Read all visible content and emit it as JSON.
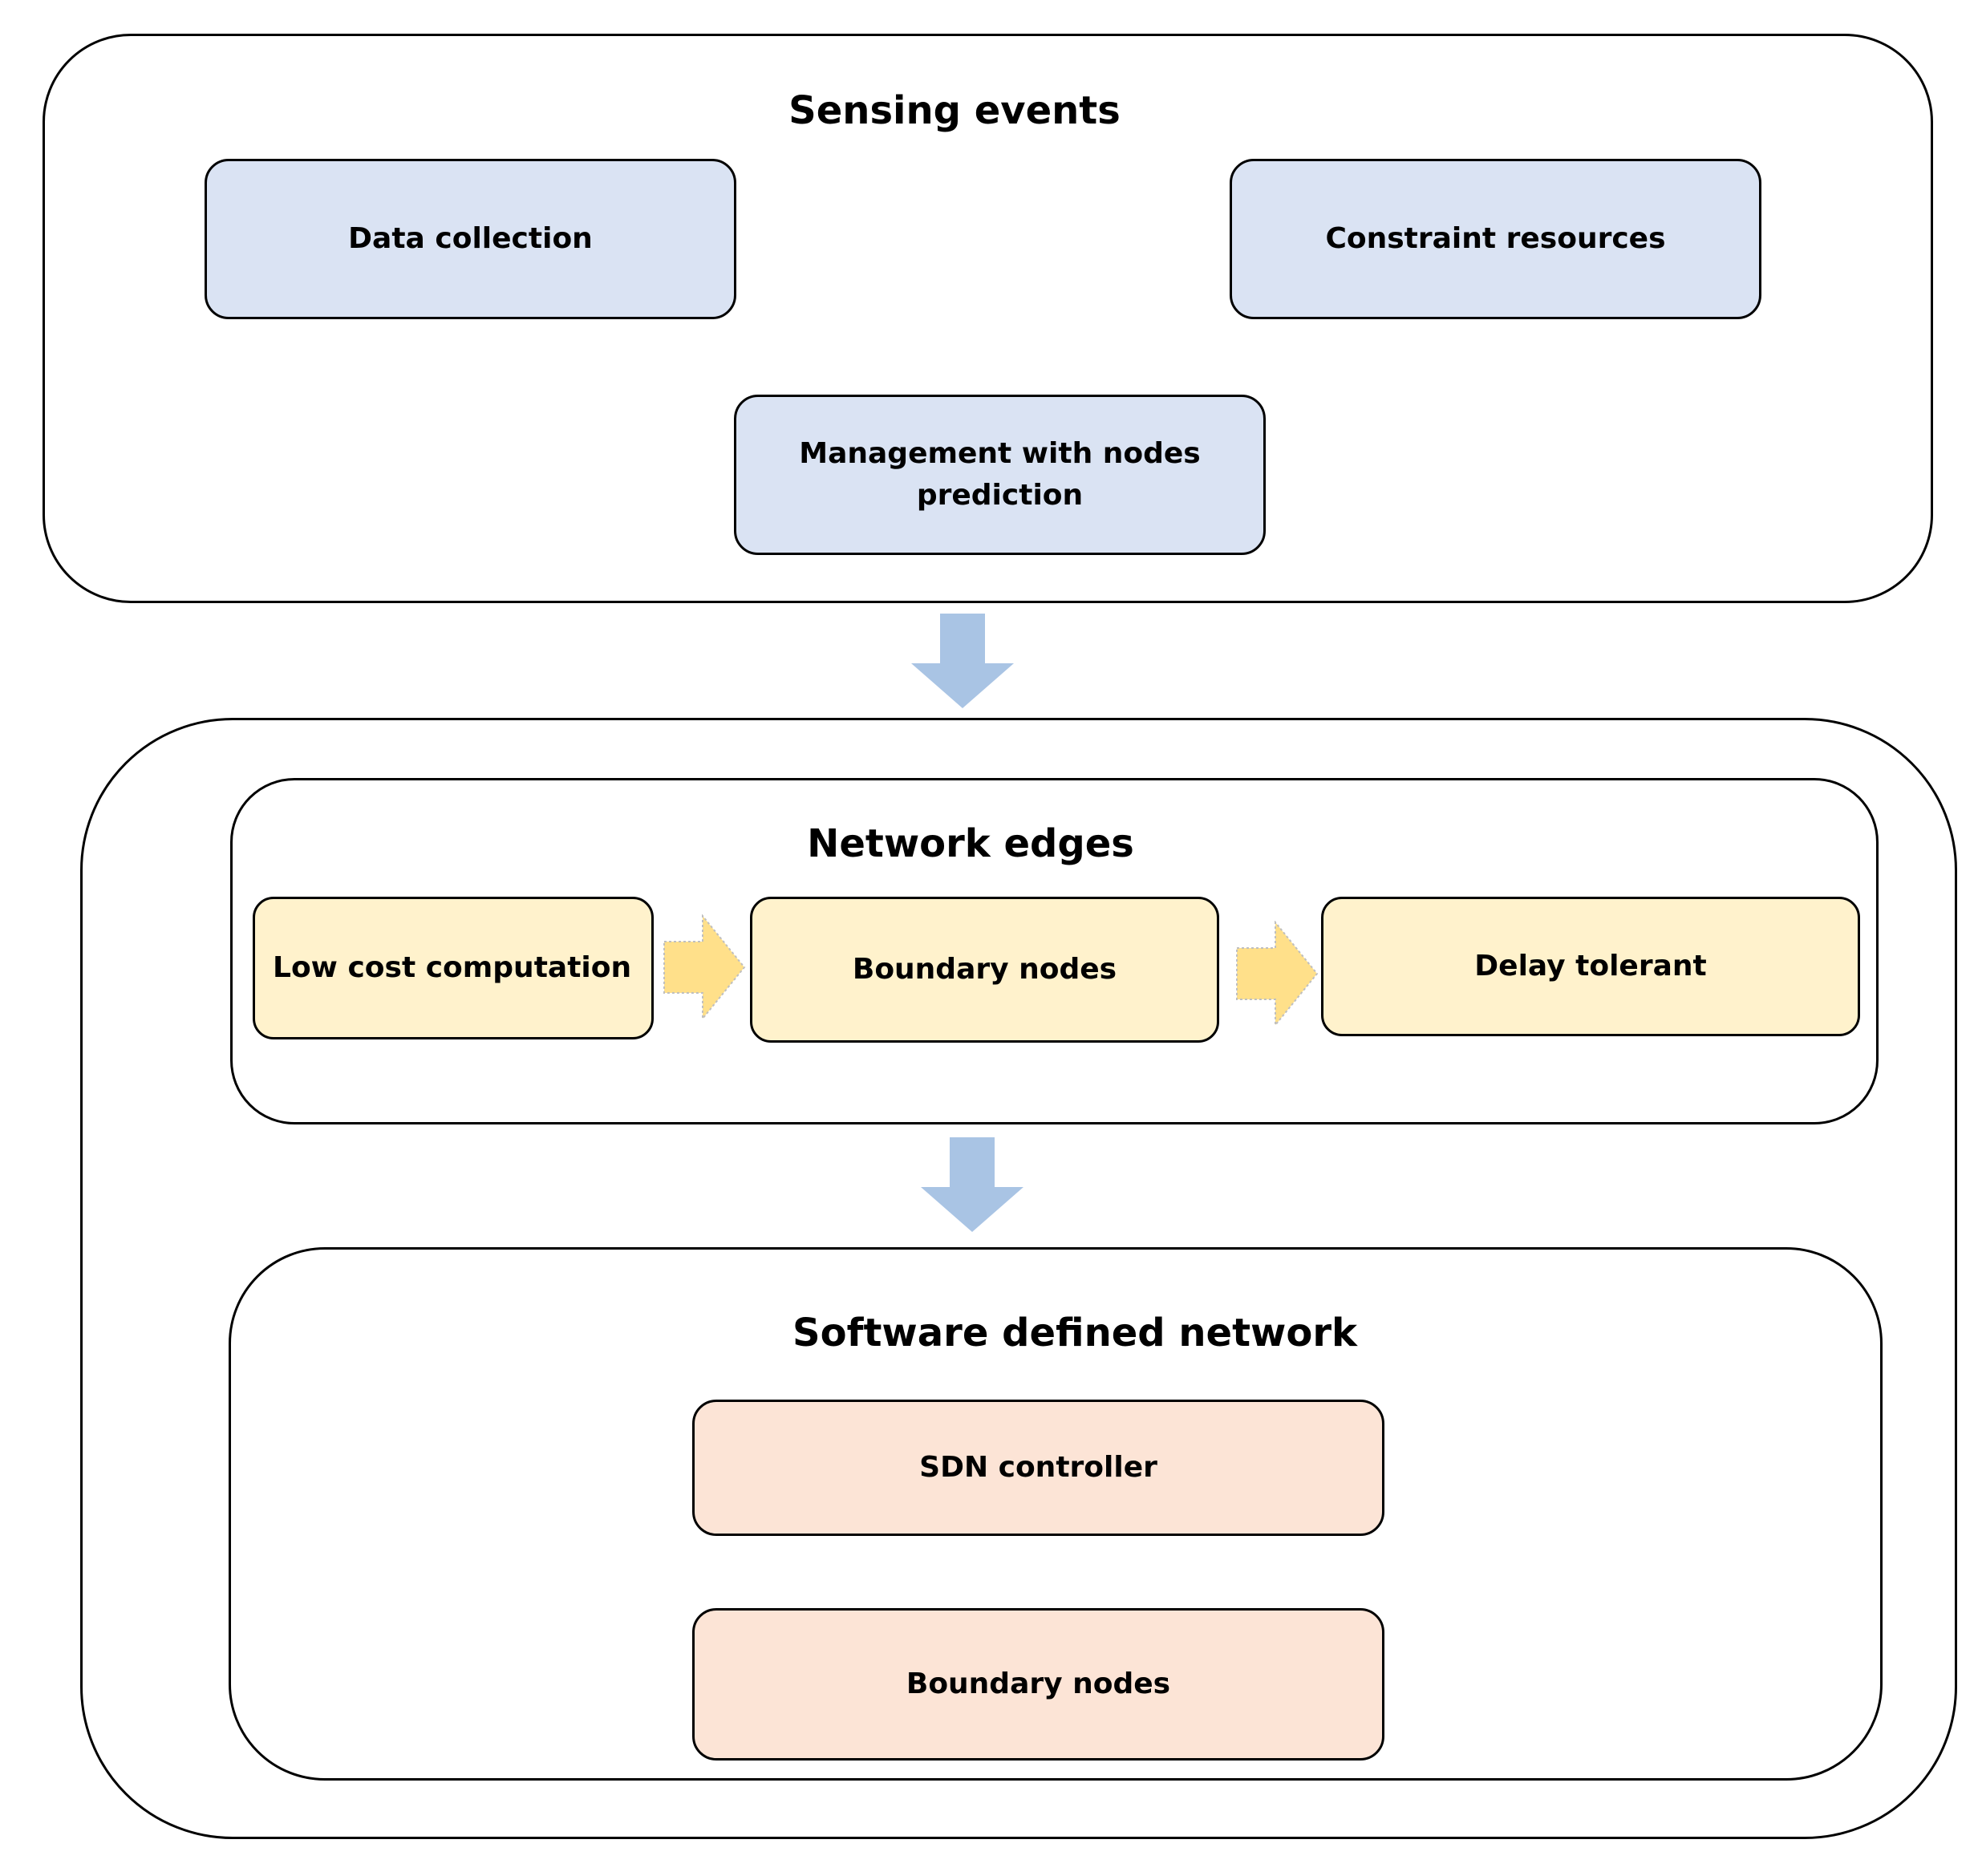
{
  "colors": {
    "blue_fill": "#dae3f3",
    "yellow_fill": "#fff2cc",
    "peach_fill": "#fce4d6",
    "blue_arrow": "#a9c4e4",
    "yellow_arrow": "#ffe08a",
    "border": "#000000"
  },
  "sensing": {
    "title": "Sensing events",
    "data_collection": "Data collection",
    "constraint_resources": "Constraint resources",
    "management": "Management with nodes prediction"
  },
  "edges": {
    "title": "Network edges",
    "low_cost": "Low cost computation",
    "boundary": "Boundary nodes",
    "delay": "Delay tolerant"
  },
  "sdn": {
    "title": "Software defined network",
    "controller": "SDN controller",
    "boundary": "Boundary nodes"
  }
}
